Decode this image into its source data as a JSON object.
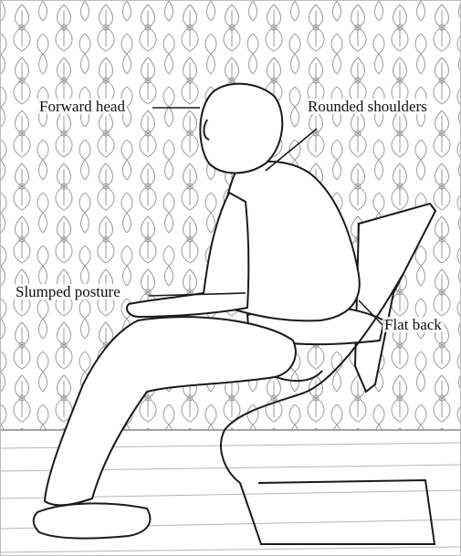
{
  "labels": {
    "forward_head": "Forward head",
    "rounded_shoulders": "Rounded shoulders",
    "slumped_posture": "Slumped posture",
    "flat_back": "Flat back"
  },
  "colors": {
    "ink": "#1a1a1a",
    "wallpaper_line": "#9a9a9a",
    "floor_line": "#b5b5b5",
    "background": "#ffffff"
  }
}
